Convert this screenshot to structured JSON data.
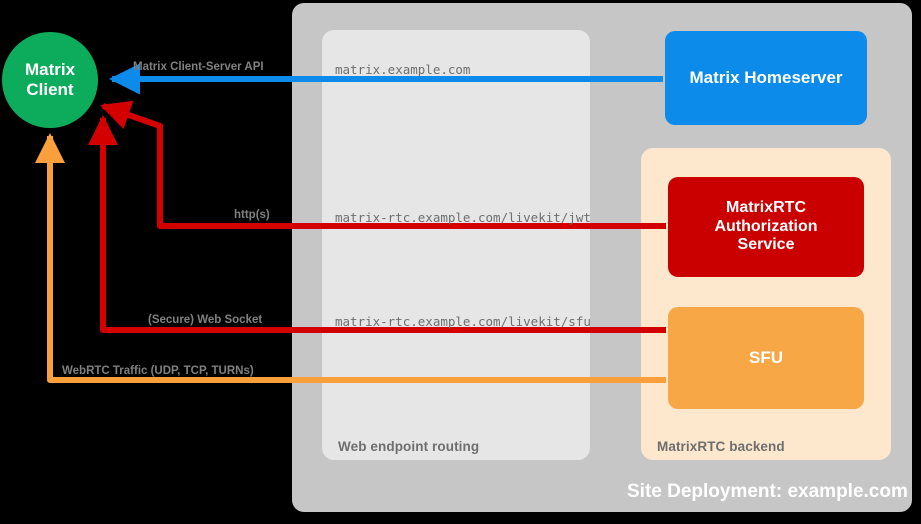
{
  "diagram": {
    "title": "Site Deployment: example.com",
    "background_color": "#000000"
  },
  "zones": {
    "site_deployment": {
      "label": "Site Deployment: example.com",
      "color": "#c6c6c6"
    },
    "web_endpoint_routing": {
      "label": "Web endpoint routing",
      "color": "#e6e6e6"
    },
    "matrixrtc_backend": {
      "label": "MatrixRTC backend",
      "color": "#fde8ce"
    }
  },
  "nodes": {
    "matrix_client": {
      "label": "Matrix\nClient",
      "line1": "Matrix",
      "line2": "Client",
      "color": "#0dac5c",
      "shape": "circle"
    },
    "matrix_homeserver": {
      "label": "Matrix Homeserver",
      "color": "#0d8bea",
      "shape": "rounded-rect"
    },
    "matrixrtc_authorization_service": {
      "line1": "MatrixRTC",
      "line2": "Authorization",
      "line3": "Service",
      "label": "MatrixRTC Authorization Service",
      "color": "#ca0000",
      "shape": "rounded-rect"
    },
    "sfu": {
      "label": "SFU",
      "color": "#f8a746",
      "shape": "rounded-rect"
    }
  },
  "edges": [
    {
      "id": "client-server-api",
      "label": "Matrix Client-Server API",
      "endpoint": "matrix.example.com",
      "color": "#0d8bea",
      "from": "matrix_homeserver",
      "to": "matrix_client",
      "direction": "left"
    },
    {
      "id": "https-jwt",
      "label": "http(s)",
      "endpoint": "matrix-rtc.example.com/livekit/jwt",
      "color": "#d40000",
      "from": "matrix_client",
      "to": "matrixrtc_authorization_service",
      "direction": "bidirectional"
    },
    {
      "id": "secure-web-socket",
      "label": "(Secure) Web Socket",
      "endpoint": "matrix-rtc.example.com/livekit/sfu",
      "color": "#d40000",
      "from": "matrix_client",
      "to": "sfu",
      "direction": "bidirectional"
    },
    {
      "id": "webrtc-traffic",
      "label": "WebRTC Traffic (UDP, TCP, TURNs)",
      "endpoint": "",
      "color": "#f9a03c",
      "from": "matrix_client",
      "to": "sfu",
      "direction": "bidirectional"
    }
  ]
}
